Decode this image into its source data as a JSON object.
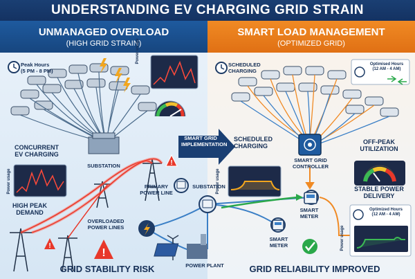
{
  "title": "UNDERSTANDING EV CHARGING GRID STRAIN",
  "left": {
    "heading": "UNMANAGED OVERLOAD",
    "subheading": "(HIGH GRID STRAIN)",
    "peak_hours": "Peak Hours\n(5 PM - 8 PM)",
    "power_usage_top": "Power usage",
    "concurrent": "CONCURRENT\nEV CHARGING",
    "substation": "SUBSTATION",
    "power_usage_chart": "Power usage",
    "high_peak": "HIGH PEAK\nDEMAND",
    "primary_line": "PRIMARY\nPOWER LINE",
    "overloaded": "OVERLOADED\nPOWER LINES",
    "footer": "GRID STABILITY RISK"
  },
  "middle": {
    "arrow_label": "SMART GRID\nIMPLEMENTATION",
    "substation": "SUBSTATION",
    "power_plant": "POWER PLANT",
    "smart_meter": "SMART\nMETER"
  },
  "right": {
    "heading": "SMART LOAD MANAGEMENT",
    "subheading": "(OPTIMIZED GRID)",
    "scheduled_top": "SCHEDULED\nCHARGING",
    "optimised_top": "Optimised Hours\n(12 AM - 4 AM)",
    "scheduled_mid": "SCHEDULED\nCHARGING",
    "controller": "SMART GRID\nCONTROLLER",
    "off_peak": "OFF-PEAK\nUTILIZATION",
    "stable": "STABLE POWER\nDELIVERY",
    "power_usage_chart": "Power usage",
    "smart_meter": "SMART\nMETER",
    "optimized_bottom": "Optimized Hours\n(12 AM - 4 AM)",
    "power_usage_bottom": "Power usage",
    "footer": "GRID RELIABILITY IMPROVED"
  },
  "colors": {
    "left_header": "#1e5a9e",
    "right_header": "#f08a24",
    "overload_red": "#e8382a",
    "smart_orange": "#f08a24",
    "smart_green": "#2aa84a"
  }
}
